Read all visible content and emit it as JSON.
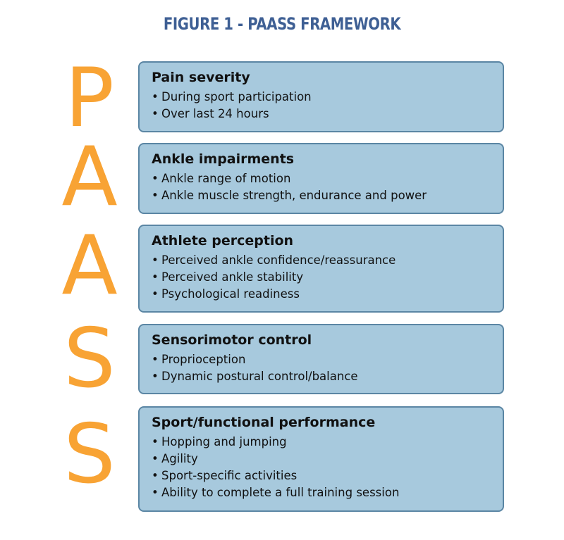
{
  "title": "FIGURE 1 - PAASS FRAMEWORK",
  "colors": {
    "title": "#3e5f94",
    "letters": "#f8a334",
    "box_fill": "#a7c9dd",
    "box_border": "#5b86a4"
  },
  "letters": [
    "P",
    "A",
    "A",
    "S",
    "S"
  ],
  "sections": [
    {
      "heading": "Pain severity",
      "items": [
        "During sport participation",
        "Over last 24 hours"
      ]
    },
    {
      "heading": "Ankle impairments",
      "items": [
        "Ankle range of motion",
        "Ankle muscle strength, endurance and power"
      ]
    },
    {
      "heading": "Athlete perception",
      "items": [
        "Perceived ankle confidence/reassurance",
        "Perceived ankle stability",
        "Psychological readiness"
      ]
    },
    {
      "heading": "Sensorimotor control",
      "items": [
        "Proprioception",
        "Dynamic postural control/balance"
      ]
    },
    {
      "heading": "Sport/functional performance",
      "items": [
        "Hopping and jumping",
        "Agility",
        "Sport-specific activities",
        "Ability to complete a full training session"
      ]
    }
  ]
}
